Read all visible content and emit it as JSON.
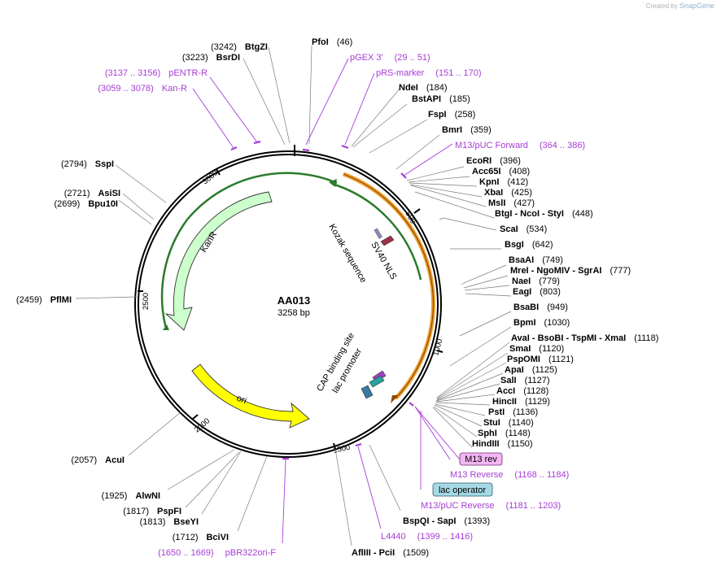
{
  "watermark": {
    "prefix": "Created by",
    "brand": "SnapGene"
  },
  "plasmid": {
    "name": "AA013",
    "size": "3258 bp"
  },
  "ticks": [
    "500",
    "1000",
    "1500",
    "2000",
    "2500",
    "3000"
  ],
  "enzymes": [
    {
      "name": "PfoI",
      "pos": "(46)"
    },
    {
      "name": "NdeI",
      "pos": "(184)"
    },
    {
      "name": "BstAPI",
      "pos": "(185)"
    },
    {
      "name": "FspI",
      "pos": "(258)"
    },
    {
      "name": "BmrI",
      "pos": "(359)"
    },
    {
      "name": "EcoRI",
      "pos": "(396)"
    },
    {
      "name": "Acc65I",
      "pos": "(408)"
    },
    {
      "name": "KpnI",
      "pos": "(412)"
    },
    {
      "name": "XbaI",
      "pos": "(425)"
    },
    {
      "name": "MslI",
      "pos": "(427)"
    },
    {
      "name": "BtgI - NcoI - StyI",
      "pos": "(448)"
    },
    {
      "name": "ScaI",
      "pos": "(534)"
    },
    {
      "name": "BsgI",
      "pos": "(642)"
    },
    {
      "name": "BsaAI",
      "pos": "(749)"
    },
    {
      "name": "MreI - NgoMIV - SgrAI",
      "pos": "(777)"
    },
    {
      "name": "NaeI",
      "pos": "(779)"
    },
    {
      "name": "EagI",
      "pos": "(803)"
    },
    {
      "name": "BsaBI",
      "pos": "(949)"
    },
    {
      "name": "BpmI",
      "pos": "(1030)"
    },
    {
      "name": "AvaI - BsoBI - TspMI - XmaI",
      "pos": "(1118)"
    },
    {
      "name": "SmaI",
      "pos": "(1120)"
    },
    {
      "name": "PspOMI",
      "pos": "(1121)"
    },
    {
      "name": "ApaI",
      "pos": "(1125)"
    },
    {
      "name": "SalI",
      "pos": "(1127)"
    },
    {
      "name": "AccI",
      "pos": "(1128)"
    },
    {
      "name": "HincII",
      "pos": "(1129)"
    },
    {
      "name": "PstI",
      "pos": "(1136)"
    },
    {
      "name": "StuI",
      "pos": "(1140)"
    },
    {
      "name": "SphI",
      "pos": "(1148)"
    },
    {
      "name": "HindIII",
      "pos": "(1150)"
    },
    {
      "name": "BspQI - SapI",
      "pos": "(1393)"
    },
    {
      "name": "AflIII - PciI",
      "pos": "(1509)"
    },
    {
      "name": "BciVI",
      "pos": "(1712)"
    },
    {
      "name": "BseYI",
      "pos": "(1813)"
    },
    {
      "name": "PspFI",
      "pos": "(1817)"
    },
    {
      "name": "AlwNI",
      "pos": "(1925)"
    },
    {
      "name": "AcuI",
      "pos": "(2057)"
    },
    {
      "name": "PflMI",
      "pos": "(2459)"
    },
    {
      "name": "Bpu10I",
      "pos": "(2699)"
    },
    {
      "name": "AsiSI",
      "pos": "(2721)"
    },
    {
      "name": "SspI",
      "pos": "(2794)"
    },
    {
      "name": "BsrDI",
      "pos": "(3223)"
    },
    {
      "name": "BtgZI",
      "pos": "(3242)"
    }
  ],
  "primers": [
    {
      "name": "pGEX 3'",
      "range": "(29 .. 51)"
    },
    {
      "name": "pRS-marker",
      "range": "(151 .. 170)"
    },
    {
      "name": "M13/pUC Forward",
      "range": "(364 .. 386)"
    },
    {
      "name": "M13 Reverse",
      "range": "(1168 .. 1184)"
    },
    {
      "name": "M13/pUC Reverse",
      "range": "(1181 .. 1203)"
    },
    {
      "name": "L4440",
      "range": "(1399 .. 1416)"
    },
    {
      "name": "pBR322ori-F",
      "range": "(1650 .. 1669)"
    },
    {
      "name": "Kan-R",
      "range": "(3059 .. 3078)"
    },
    {
      "name": "pENTR-R",
      "range": "(3137 .. 3156)"
    }
  ],
  "features": {
    "kanr": "KanR",
    "ori": "ori",
    "kozak": "Kozak sequence",
    "sv40": "SV40 NLS",
    "cap": "CAP binding site",
    "lacp": "lac promoter",
    "m13rev": "M13 rev",
    "lacop": "lac operator"
  },
  "colors": {
    "primer": "#a73cd6",
    "kanr_fill": "#ccffcc",
    "ori_fill": "#ffff00",
    "orf_orange": "#f0a030",
    "orf_green": "#2a7a2a",
    "m13rev_fill": "#f3b6f3",
    "lacop_fill": "#a6d9e6"
  }
}
